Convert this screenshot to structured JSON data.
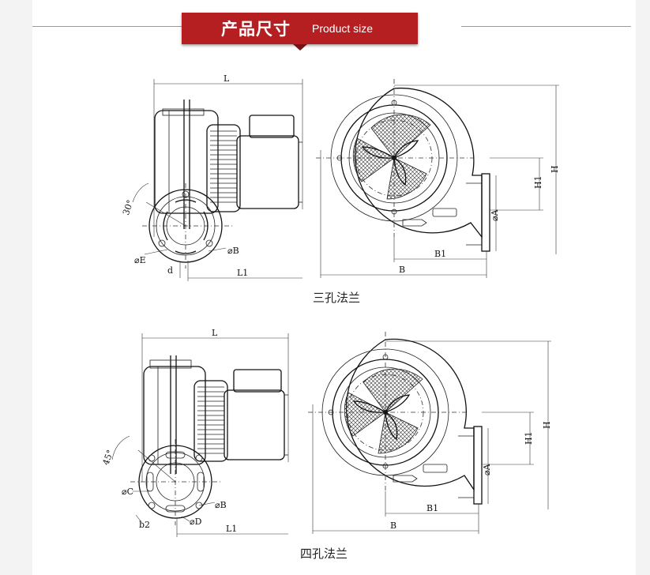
{
  "header": {
    "title_zh": "产品尺寸",
    "title_en": "Product size"
  },
  "captions": {
    "top": "三孔法兰",
    "bottom": "四孔法兰"
  },
  "labels_top": {
    "L": "L",
    "L1": "L1",
    "angle": "30°",
    "phiE": "⌀E",
    "phiB": "⌀B",
    "d": "d",
    "B": "B",
    "B1": "B1",
    "H": "H",
    "H1": "H1",
    "phiA": "⌀A"
  },
  "labels_bottom": {
    "L": "L",
    "L1": "L1",
    "angle": "45°",
    "phiC": "⌀C",
    "phiB": "⌀B",
    "b2": "b2",
    "phiD": "⌀D",
    "B": "B",
    "B1": "B1",
    "H": "H",
    "H1": "H1",
    "phiA": "⌀A"
  }
}
